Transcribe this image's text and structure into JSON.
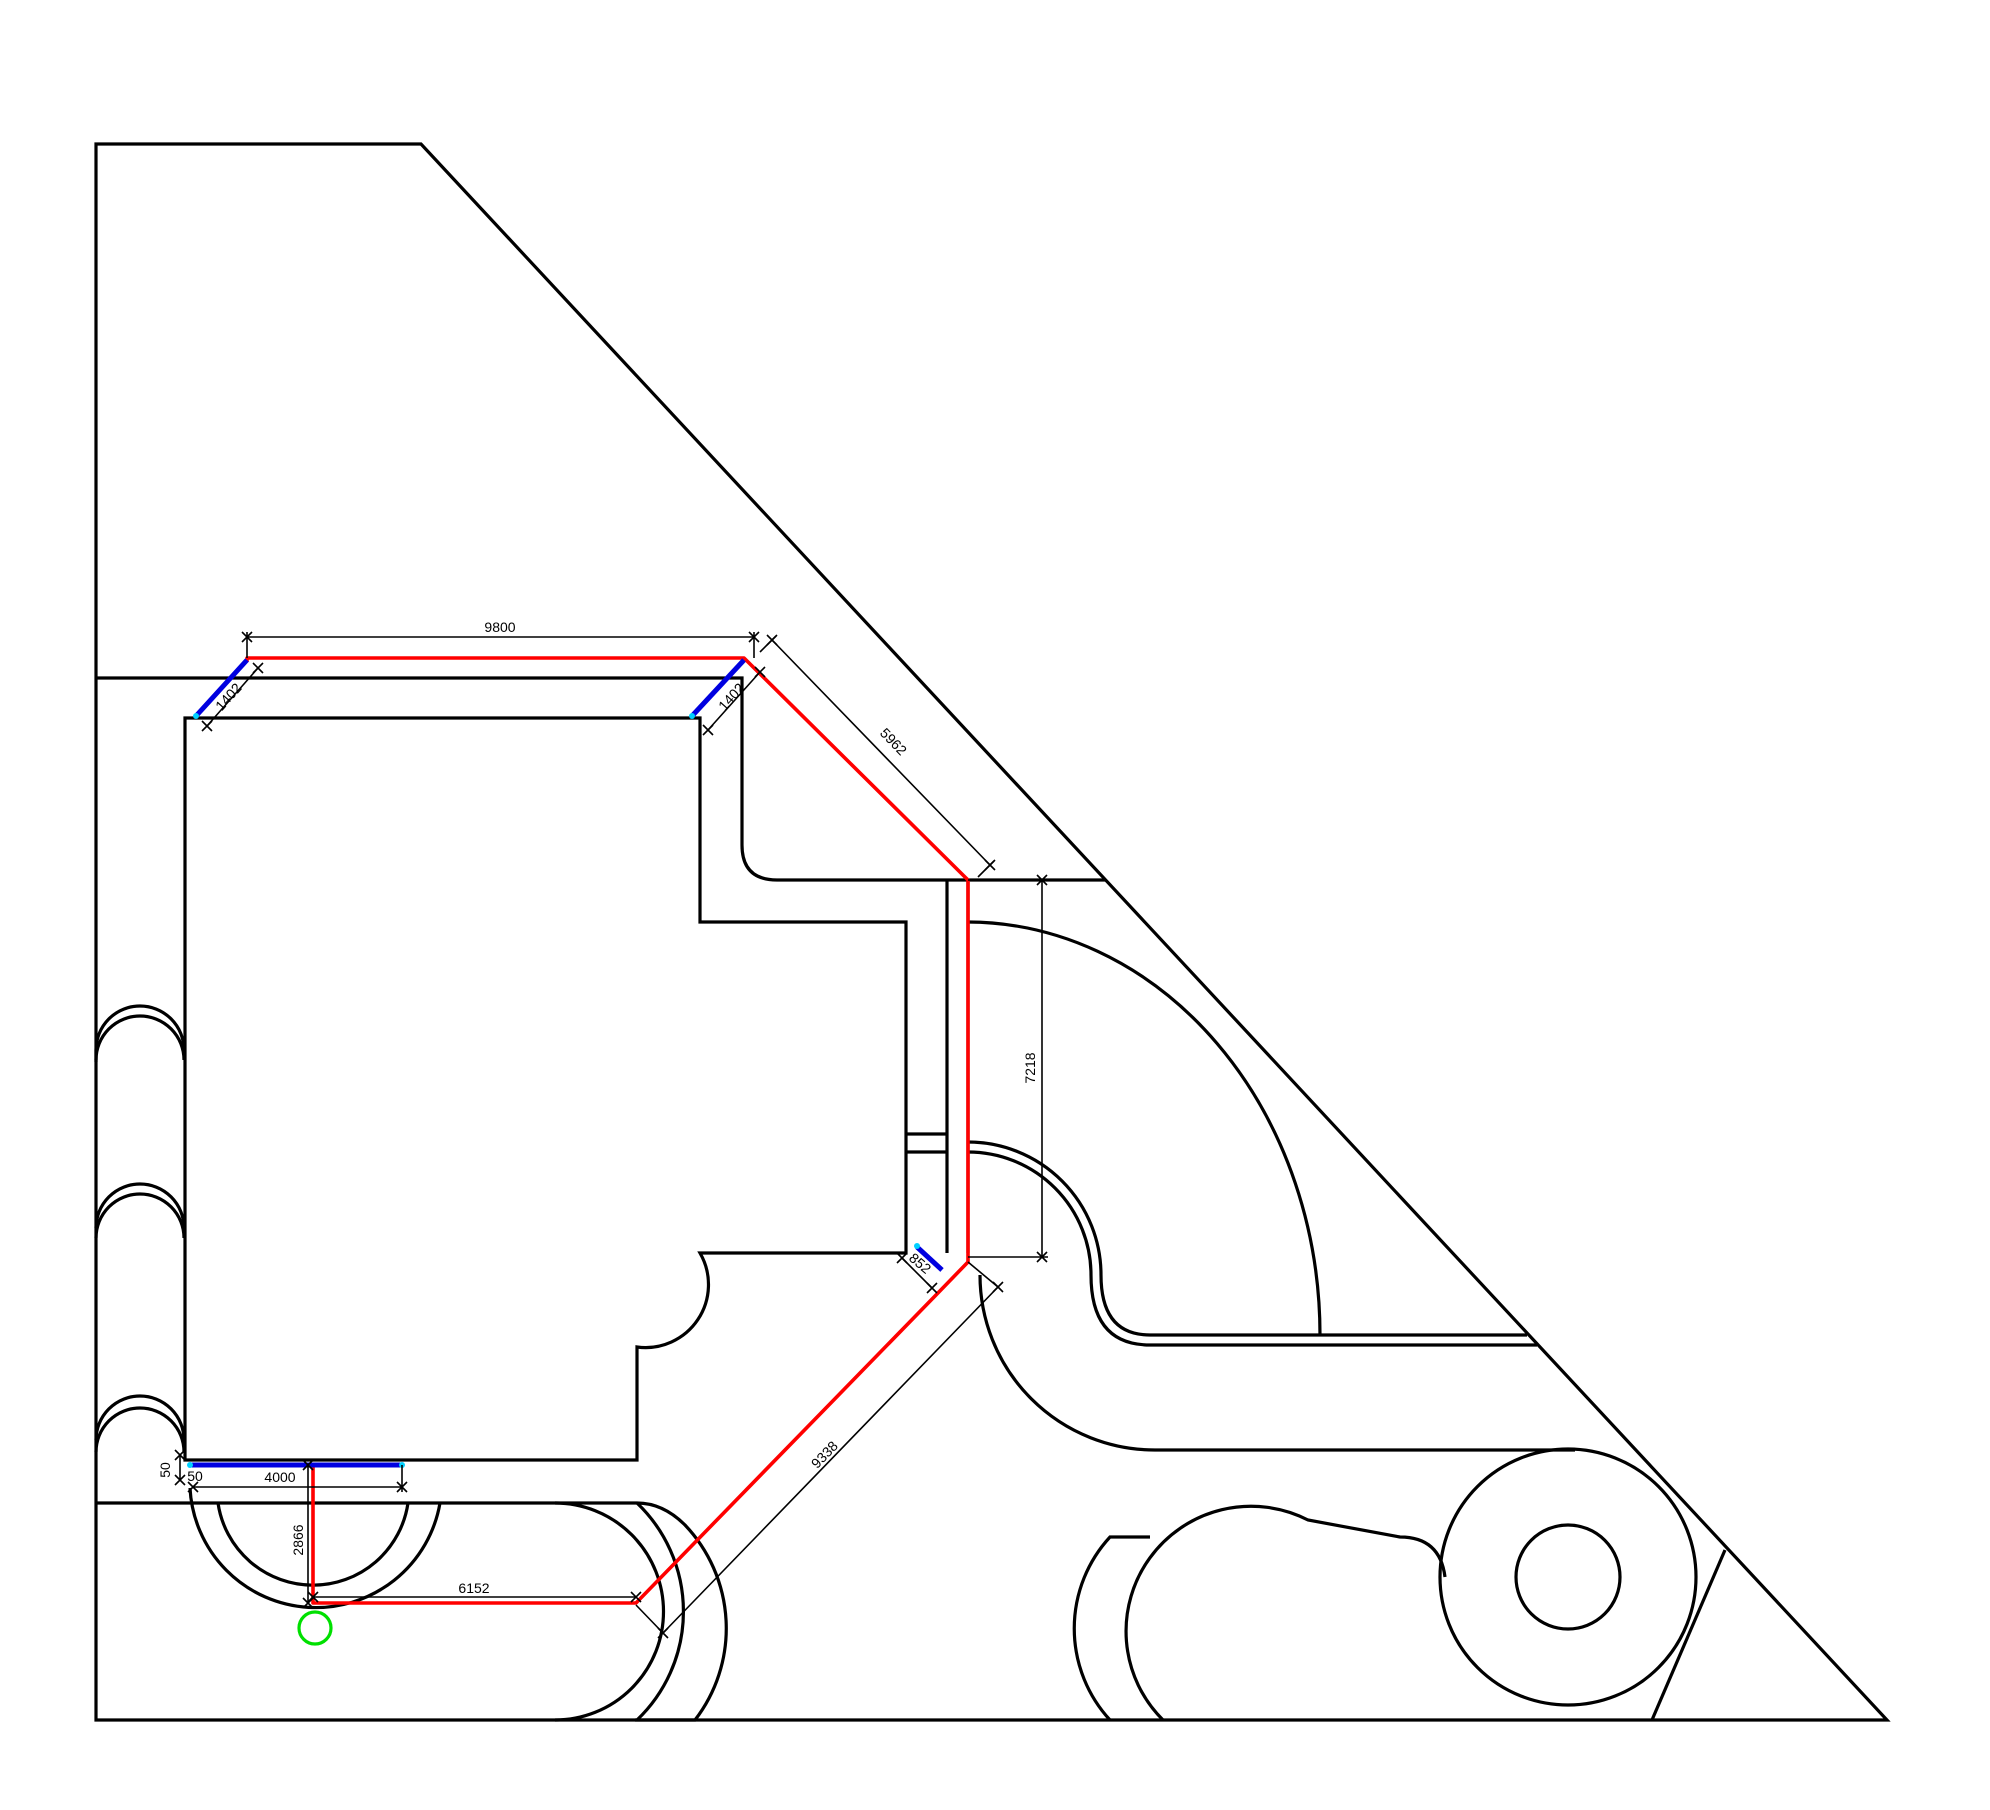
{
  "drawing": {
    "colors": {
      "outline": "#000000",
      "route": "#ff0000",
      "route_end_segments": "#0000e0",
      "start_marker": "#00e000",
      "background": "#ffffff"
    },
    "dimensions": {
      "top_span": "9800",
      "left_diagonal": "1402",
      "right_diagonal": "1402",
      "upper_diagonal": "5962",
      "vertical_run": "7218",
      "short_diagonal": "852",
      "long_diagonal": "9338",
      "bottom_run": "6152",
      "drop": "2866",
      "bottom_span": "4000",
      "offset_a": "50",
      "offset_b": "50"
    },
    "icons": {
      "start_marker": "circle-marker-icon",
      "dimension_ends": "cross-tick-icon"
    }
  }
}
